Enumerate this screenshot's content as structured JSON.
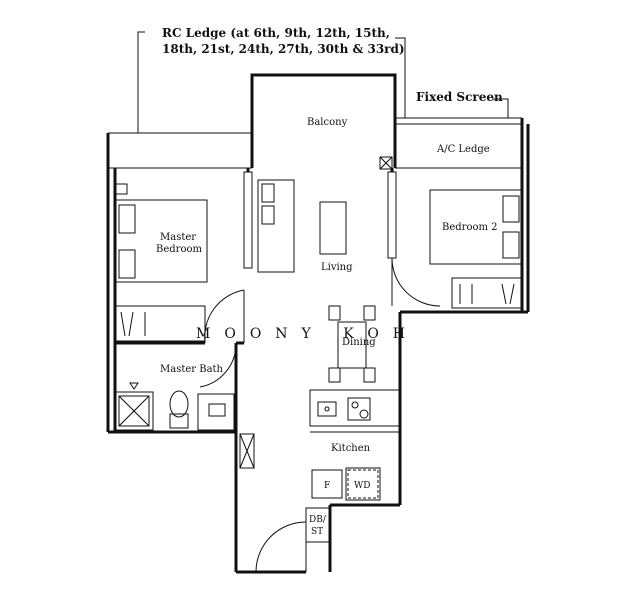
{
  "annotations": {
    "rc_ledge_line1": "RC Ledge (at 6th, 9th, 12th, 15th,",
    "rc_ledge_line2": "18th, 21st, 24th, 27th, 30th & 33rd)",
    "fixed_screen": "Fixed Screen"
  },
  "rooms": {
    "balcony": "Balcony",
    "ac_ledge": "A/C Ledge",
    "master_bedroom_line1": "Master",
    "master_bedroom_line2": "Bedroom",
    "bedroom2": "Bedroom 2",
    "living": "Living",
    "dining": "Dining",
    "master_bath": "Master Bath",
    "kitchen": "Kitchen",
    "fridge": "F",
    "washer_dryer": "WD",
    "db_st_line1": "DB/",
    "db_st_line2": "ST"
  },
  "watermark": "MOONY KOH"
}
